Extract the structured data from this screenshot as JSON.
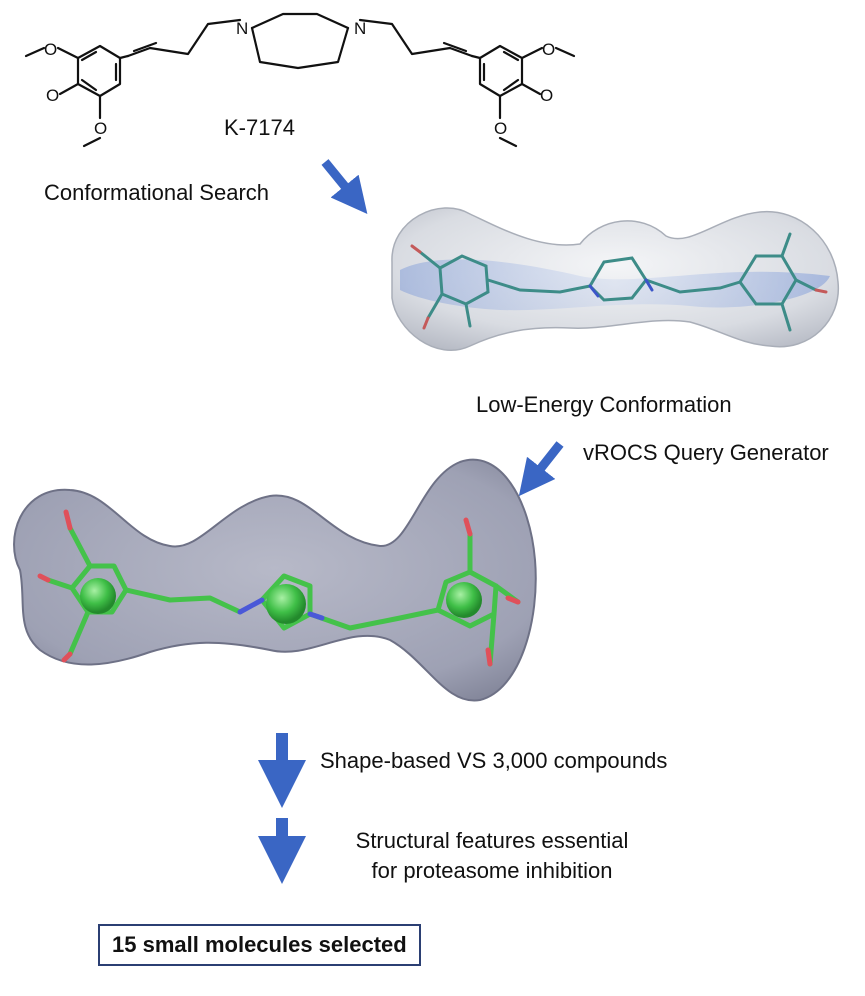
{
  "structure": {
    "compound_name": "K-7174",
    "atom_labels": {
      "nitrogen": "N",
      "methoxy": "O"
    }
  },
  "steps": {
    "step1": "Conformational Search",
    "step2": "Low-Energy Conformation",
    "step3": "vROCS Query Generator",
    "step4": "Shape-based VS  3,000 compounds",
    "step5_line1": "Structural features essential",
    "step5_line2": "for proteasome inhibition"
  },
  "result": "15 small molecules selected",
  "colors": {
    "arrow": "#3a66c4",
    "box_border": "#2b3f73",
    "carbon_stick": "#44c24a",
    "oxygen_stick": "#e0505a",
    "nitrogen_stick": "#4a58d8",
    "query_surface": "#9a9db0"
  }
}
